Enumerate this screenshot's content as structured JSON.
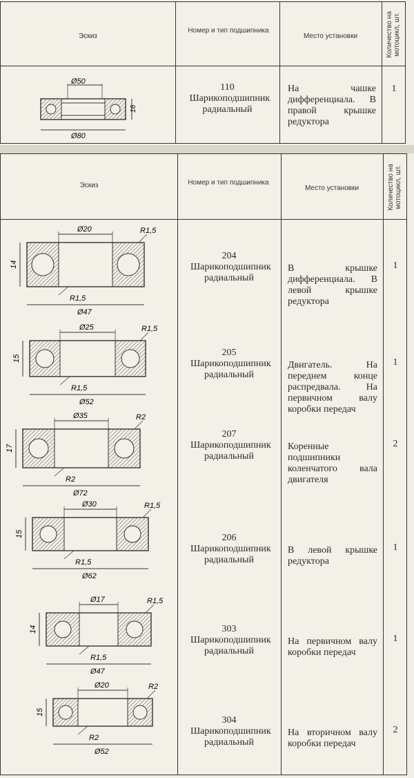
{
  "headers": {
    "sketch": "Эскиз",
    "number_type": "Номер и тип подшипника",
    "place": "Место установки",
    "quantity": "Количество на мотоцикл, шт."
  },
  "rows": [
    {
      "number": "110",
      "type": "Шарикоподшипник радиальный",
      "place": "На чашке дифференциала. В правой крышке редуктора",
      "quantity": "1",
      "dims": {
        "inner": "Ø50",
        "outer": "Ø80",
        "width": "16"
      }
    },
    {
      "number": "204",
      "type": "Шарикоподшипник радиальный",
      "place": "В крышке дифференциала. В левой крышке редуктора",
      "quantity": "1",
      "dims": {
        "inner": "Ø20",
        "outer": "Ø47",
        "width": "14",
        "r_top": "R1,5",
        "r_bottom": "R1,5"
      }
    },
    {
      "number": "205",
      "type": "Шарикоподшипник радиальный",
      "place": "Двигатель. На переднем конце распредвала. На первичном валу коробки передач",
      "quantity": "1",
      "dims": {
        "inner": "Ø25",
        "outer": "Ø52",
        "width": "15",
        "r_top": "R1,5",
        "r_bottom": "R1,5"
      }
    },
    {
      "number": "207",
      "type": "Шарикоподшипник радиальный",
      "place": "Коренные подшипники коленчатого вала двигателя",
      "quantity": "2",
      "dims": {
        "inner": "Ø35",
        "outer": "Ø72",
        "width": "17",
        "r_top": "R2",
        "r_bottom": "R2"
      }
    },
    {
      "number": "206",
      "type": "Шарикоподшипник радиальный",
      "place": "В левой крышке редуктора",
      "quantity": "1",
      "dims": {
        "inner": "Ø30",
        "outer": "Ø62",
        "width": "15",
        "r_top": "R1,5",
        "r_bottom": "R1,5"
      }
    },
    {
      "number": "303",
      "type": "Шарикоподшипник радиальный",
      "place": "На первичном валу коробки передач",
      "quantity": "1",
      "dims": {
        "inner": "Ø17",
        "outer": "Ø47",
        "width": "14",
        "r_top": "R1,5",
        "r_bottom": "R1,5"
      }
    },
    {
      "number": "304",
      "type": "Шарикоподшипник радиальный",
      "place": "На вторичном валу коробки передач",
      "quantity": "2",
      "dims": {
        "inner": "Ø20",
        "outer": "Ø52",
        "width": "15",
        "r_top": "R2",
        "r_bottom": "R2"
      }
    }
  ]
}
